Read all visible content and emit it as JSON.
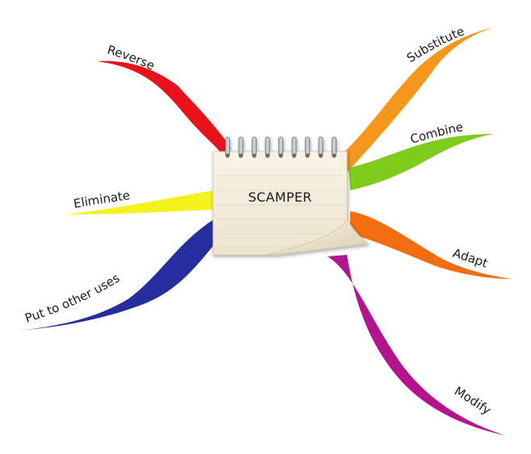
{
  "center": {
    "label": "SCAMPER"
  },
  "branches": [
    {
      "id": "reverse",
      "label": "Reverse",
      "color": "#e8121c"
    },
    {
      "id": "substitute",
      "label": "Substitute",
      "color": "#f7961d"
    },
    {
      "id": "combine",
      "label": "Combine",
      "color": "#7fcc1c"
    },
    {
      "id": "eliminate",
      "label": "Eliminate",
      "color": "#f4f21e"
    },
    {
      "id": "adapt",
      "label": "Adapt",
      "color": "#f46c10"
    },
    {
      "id": "put-to-other-uses",
      "label": "Put to other uses",
      "color": "#262e9f"
    },
    {
      "id": "modify",
      "label": "Modify",
      "color": "#b3138c"
    }
  ]
}
